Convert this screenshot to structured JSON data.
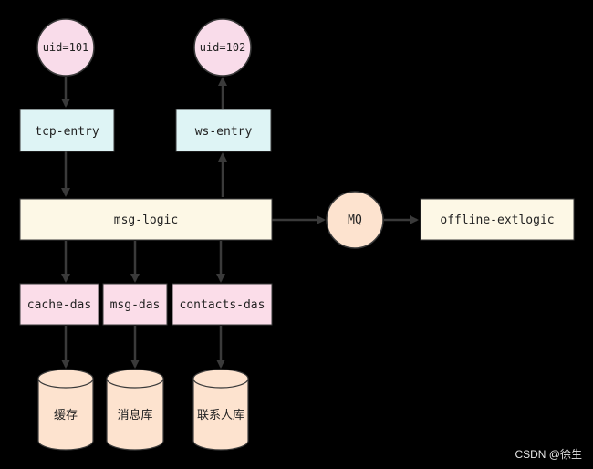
{
  "colors": {
    "circle_fill": "#f9dcea",
    "entry_fill": "#def4f5",
    "logic_fill": "#fdf8e6",
    "das_fill": "#fbdde9",
    "mq_fill": "#fde3cf",
    "db_fill": "#fde3cf",
    "stroke": "#3a3a3a"
  },
  "users": {
    "sender": "uid=101",
    "receiver": "uid=102"
  },
  "entries": {
    "tcp": "tcp-entry",
    "ws": "ws-entry"
  },
  "logic": {
    "label": "msg-logic"
  },
  "queue": {
    "label": "MQ"
  },
  "offline": {
    "label": "offline-extlogic"
  },
  "das": {
    "cache": "cache-das",
    "msg": "msg-das",
    "contacts": "contacts-das"
  },
  "stores": {
    "cache": "缓存",
    "msg": "消息库",
    "contacts": "联系人库"
  },
  "watermark": "CSDN @徐生"
}
